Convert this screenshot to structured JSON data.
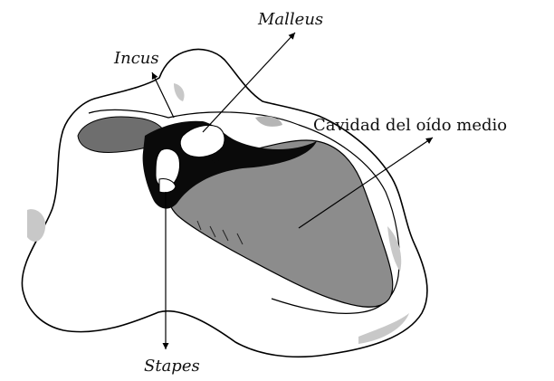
{
  "labels": {
    "malleus": "Malleus",
    "incus": "Incus",
    "cavity": "Cavidad del oído medio",
    "stapes": "Stapes"
  },
  "colors": {
    "outline": "#000000",
    "bone_fill": "#ffffff",
    "cavity_gray": "#8c8c8c",
    "dark_gray": "#6e6e6e",
    "light_gray": "#c8c8c8",
    "ossicle_black": "#0a0a0a"
  }
}
